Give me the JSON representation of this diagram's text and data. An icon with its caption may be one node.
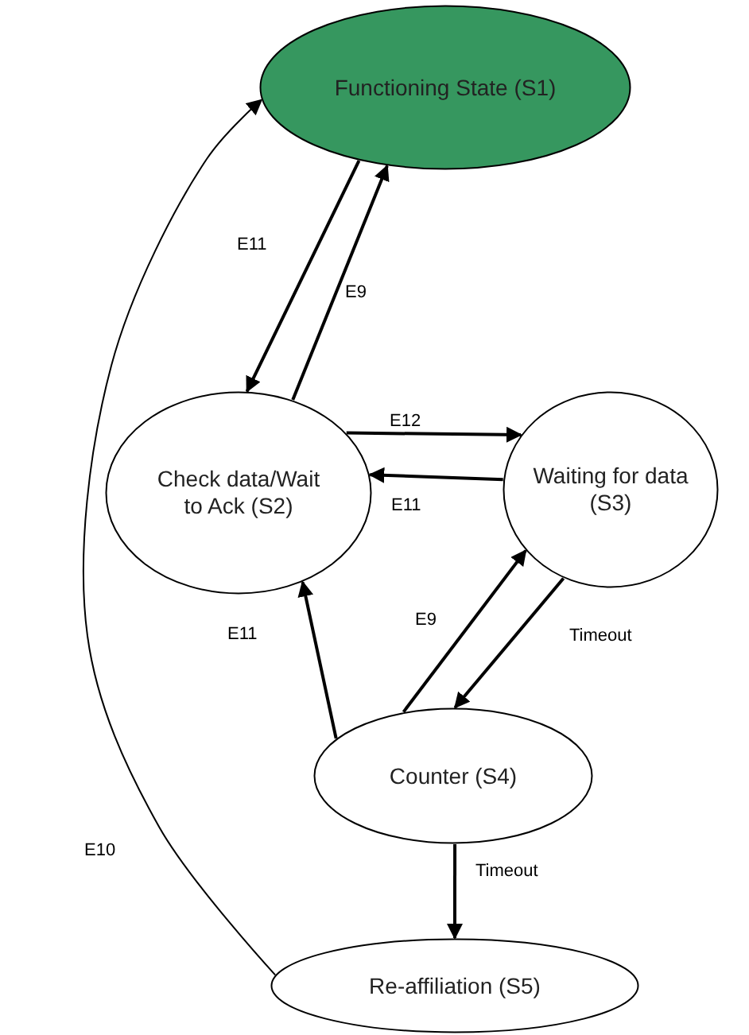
{
  "diagram": {
    "nodes": [
      {
        "text": [
          "Functioning State (S1)"
        ]
      },
      {
        "text": [
          "Check data/Wait to Ack (S2)"
        ]
      },
      {
        "text": [
          "Waiting for data (S3)"
        ]
      },
      {
        "text": [
          "Counter (S4)"
        ]
      },
      {
        "text": [
          "Re-affiliation (S5)"
        ]
      }
    ],
    "edges": [
      {
        "from": 0,
        "to": 1,
        "label": "E11",
        "arrow": "to"
      },
      {
        "from": 1,
        "to": 0,
        "label": "E9",
        "arrow": "to"
      },
      {
        "from": 1,
        "to": 2,
        "label": "E12",
        "arrow": "to"
      },
      {
        "from": 2,
        "to": 1,
        "label": "E11",
        "arrow": "to"
      },
      {
        "from": 3,
        "to": 1,
        "label": "E11",
        "arrow": "to"
      },
      {
        "from": 3,
        "to": 2,
        "label": "E9",
        "arrow": "to"
      },
      {
        "from": 2,
        "to": 3,
        "label": "Timeout",
        "arrow": "to"
      },
      {
        "from": 3,
        "to": 4,
        "label": "Timeout",
        "arrow": "to"
      },
      {
        "from": 4,
        "to": 0,
        "label": "E10",
        "arrow": "to"
      }
    ]
  }
}
